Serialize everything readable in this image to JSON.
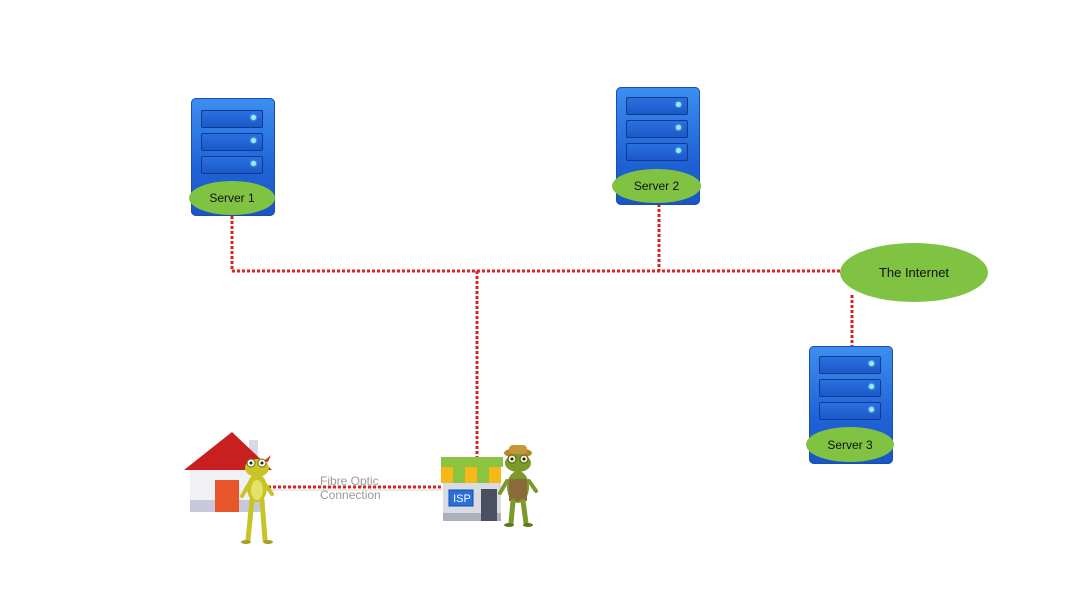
{
  "servers": [
    {
      "label": "Server 1"
    },
    {
      "label": "Server 2"
    },
    {
      "label": "Server 3"
    }
  ],
  "internet": {
    "label": "The Internet"
  },
  "isp": {
    "sign": "ISP"
  },
  "connection": {
    "line1": "Fibre Optic",
    "line2": "Connection"
  },
  "colors": {
    "link": "#e02020",
    "label_fill": "#80c342",
    "server_blue": "#2a6fe0"
  }
}
